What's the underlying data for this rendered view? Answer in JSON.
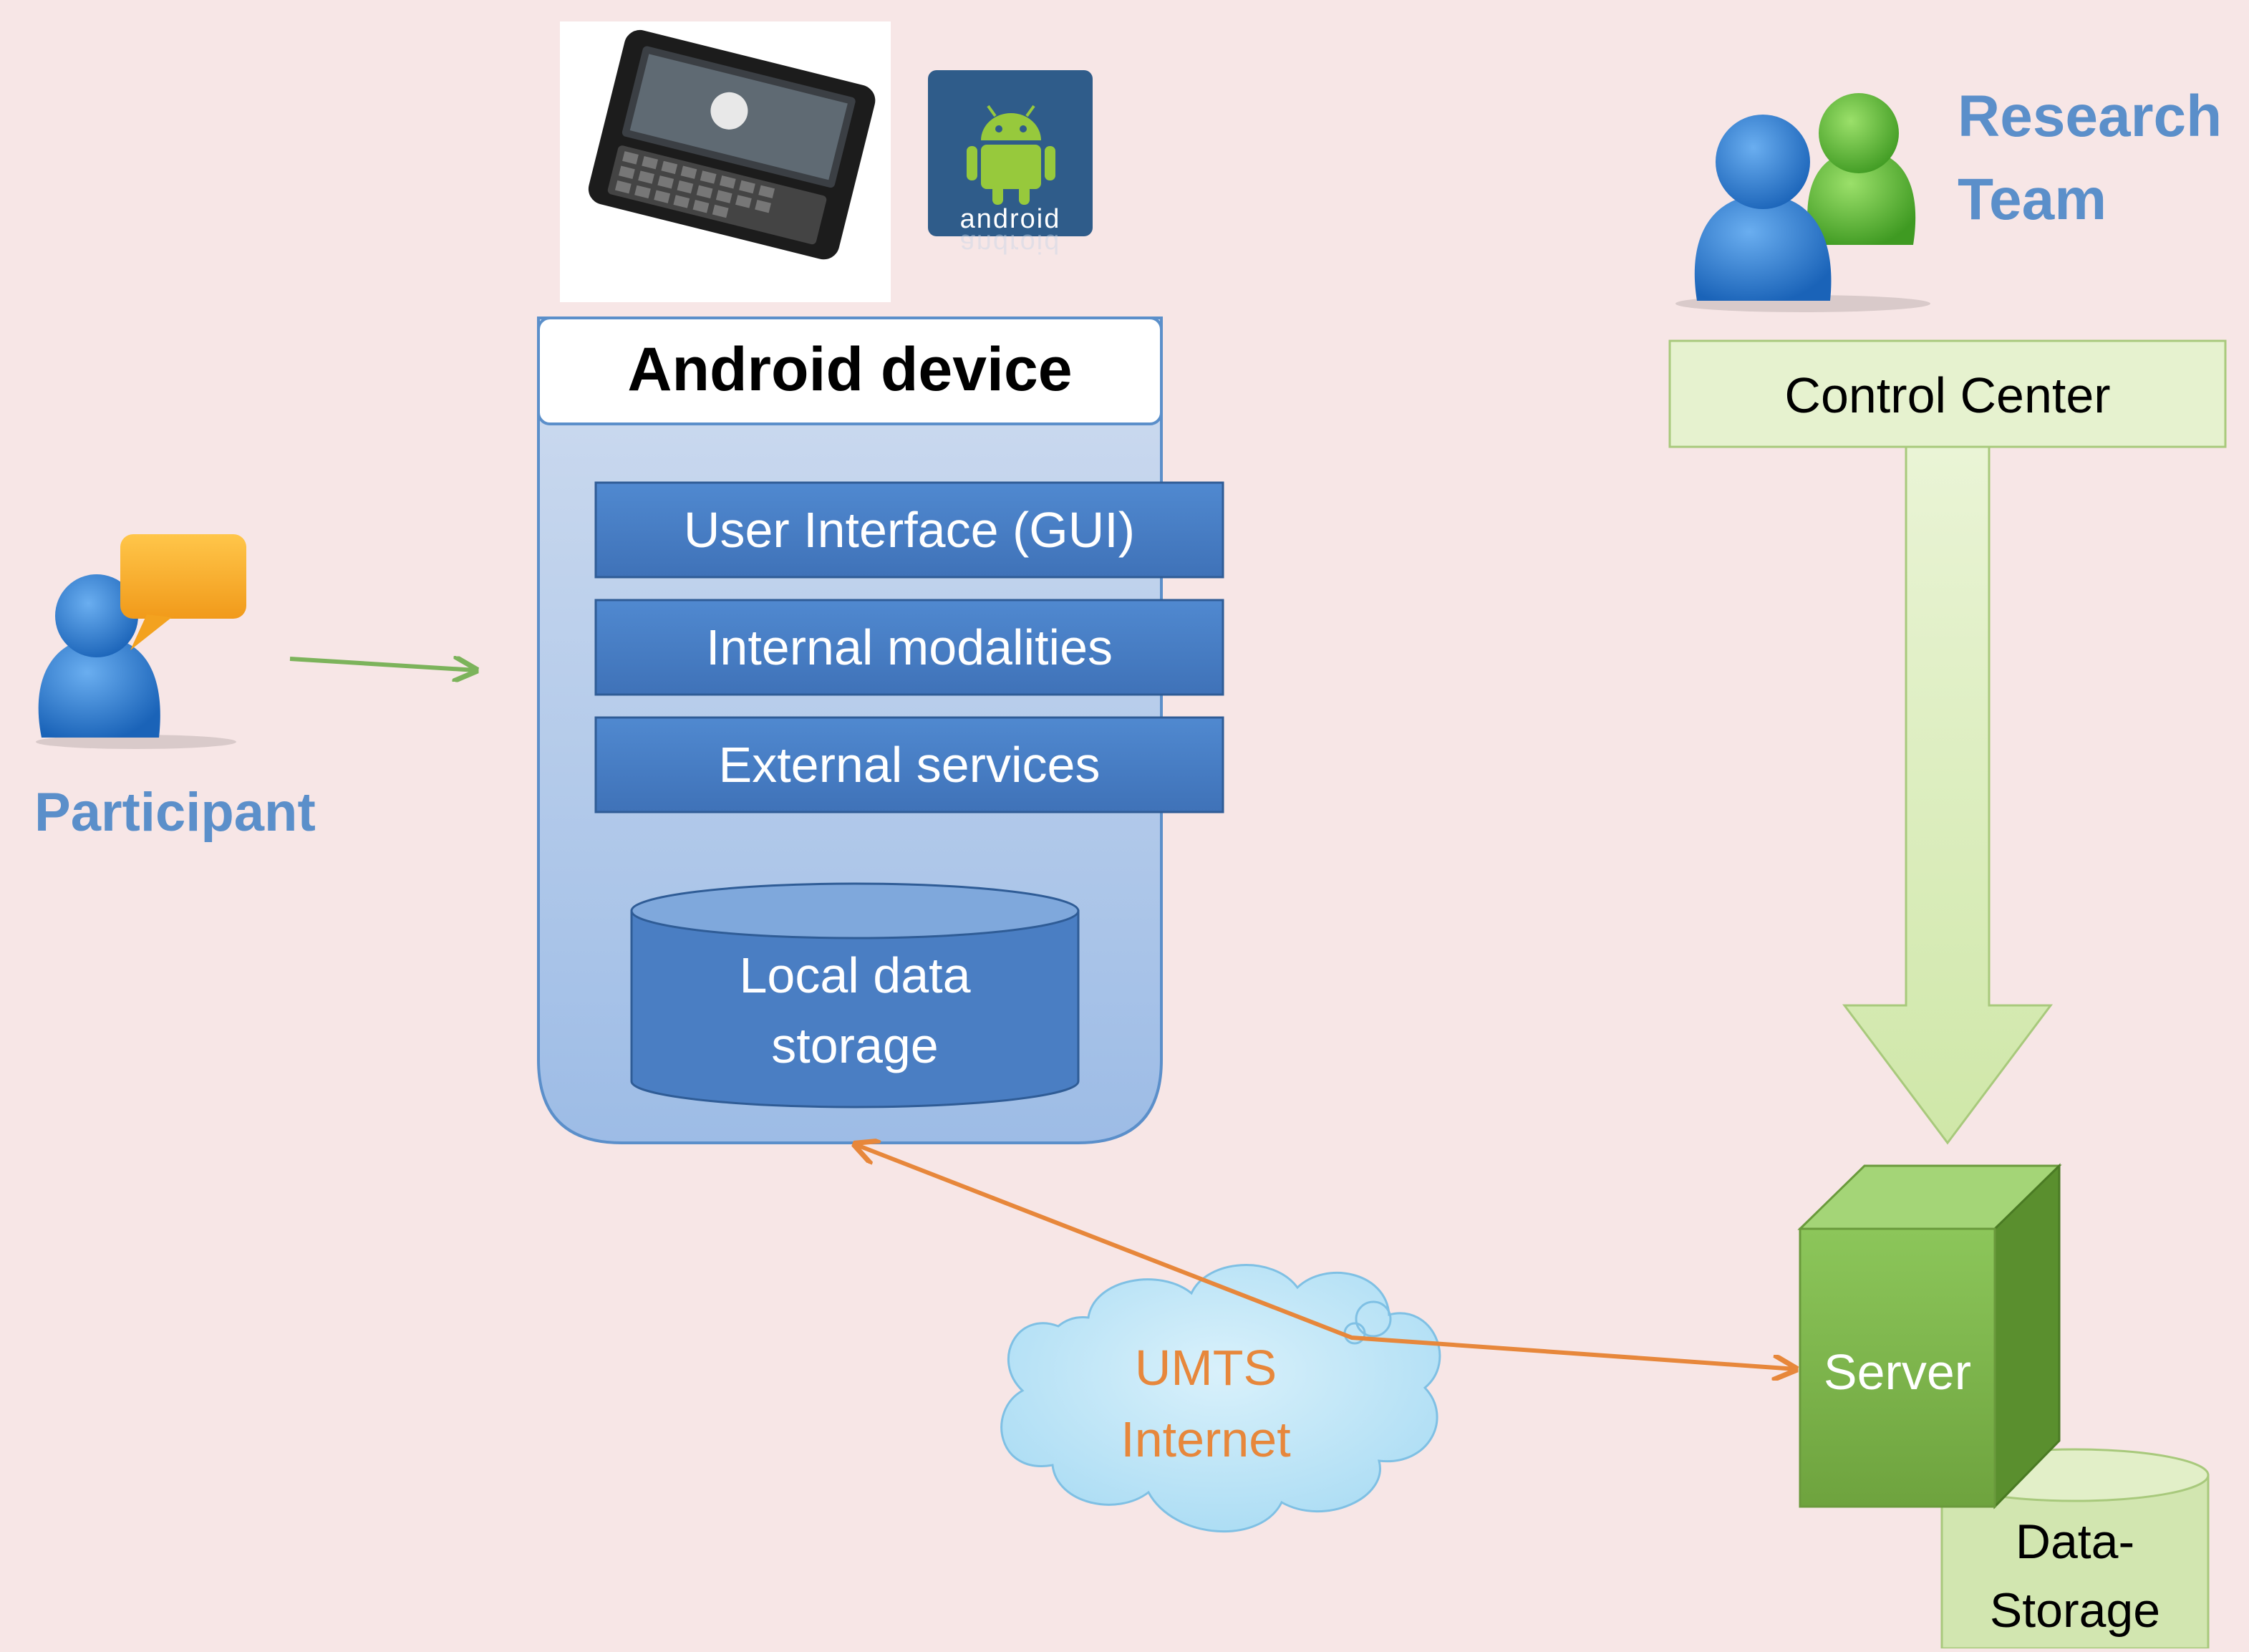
{
  "participant": {
    "label": "Participant"
  },
  "research_team": {
    "line1": "Research",
    "line2": "Team"
  },
  "android_logo": {
    "text": "android"
  },
  "device": {
    "title": "Android device",
    "layers": [
      "User Interface (GUI)",
      "Internal modalities",
      "External services"
    ],
    "storage": {
      "line1": "Local data",
      "line2": "storage"
    }
  },
  "control_center": {
    "label": "Control Center"
  },
  "network": {
    "line1": "UMTS",
    "line2": "Internet"
  },
  "server": {
    "label": "Server"
  },
  "data_storage": {
    "line1": "Data-",
    "line2": "Storage"
  },
  "colors": {
    "background": "#f7e6e6",
    "device_panel": "#b9cde9",
    "layer_box": "#4a7ec3",
    "control_center": "#e6f2cf",
    "server_green": "#7ab648",
    "network_arrow": "#e7873b",
    "participant_arrow": "#7cb35b",
    "label_blue": "#5b8fca"
  }
}
